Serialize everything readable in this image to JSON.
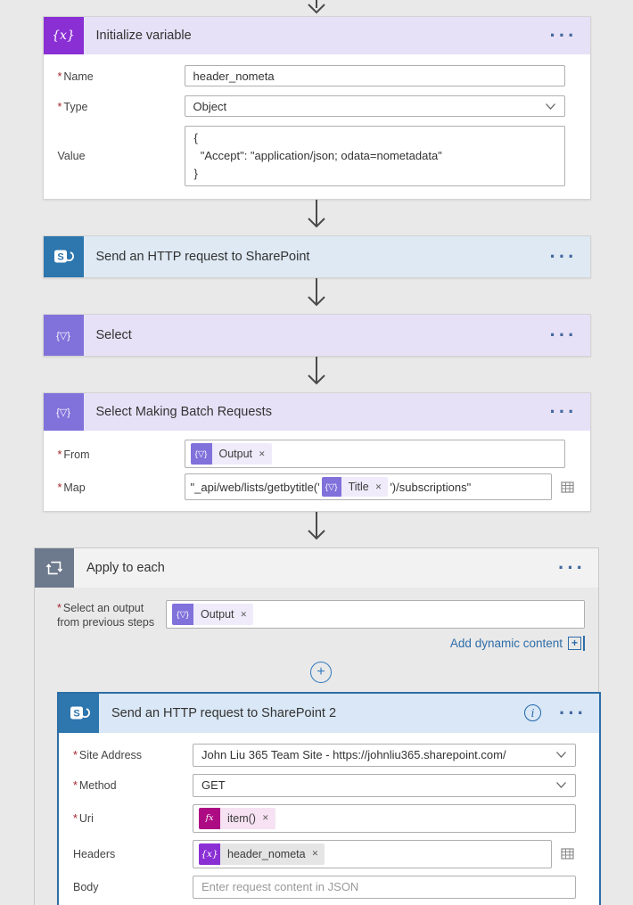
{
  "icons": {
    "ellipsis": "···",
    "remove": "✕",
    "variable_glyph": "{x}",
    "select_glyph": "{▽}",
    "sharepoint_letter": "S",
    "info_glyph": "i",
    "plus_glyph": "+",
    "fx_glyph": "fx"
  },
  "misc": {
    "required_marker": "*",
    "add_dynamic_content": "Add dynamic content"
  },
  "cards": {
    "initialize_variable": {
      "title": "Initialize variable",
      "fields": {
        "name": {
          "label": "Name",
          "value": "header_nometa"
        },
        "type": {
          "label": "Type",
          "value": "Object"
        },
        "value": {
          "label": "Value",
          "value": "{\n  \"Accept\": \"application/json; odata=nometadata\"\n}"
        }
      }
    },
    "http_request_1": {
      "title": "Send an HTTP request to SharePoint"
    },
    "select_1": {
      "title": "Select"
    },
    "select_batch": {
      "title": "Select Making Batch Requests",
      "fields": {
        "from": {
          "label": "From",
          "token": "Output"
        },
        "map": {
          "label": "Map",
          "prefix": "\"_api/web/lists/getbytitle('",
          "token": "Title",
          "suffix": "')/subscriptions\""
        }
      }
    },
    "apply_to_each": {
      "title": "Apply to each",
      "fields": {
        "select_output": {
          "label": "Select an output from previous steps",
          "token": "Output"
        }
      }
    },
    "http_request_2": {
      "title": "Send an HTTP request to SharePoint 2",
      "fields": {
        "site_address": {
          "label": "Site Address",
          "value": "John Liu 365 Team Site - https://johnliu365.sharepoint.com/"
        },
        "method": {
          "label": "Method",
          "value": "GET"
        },
        "uri": {
          "label": "Uri",
          "token": "item()"
        },
        "headers": {
          "label": "Headers",
          "token": "header_nometa"
        },
        "body": {
          "label": "Body",
          "placeholder": "Enter request content in JSON"
        }
      }
    }
  }
}
